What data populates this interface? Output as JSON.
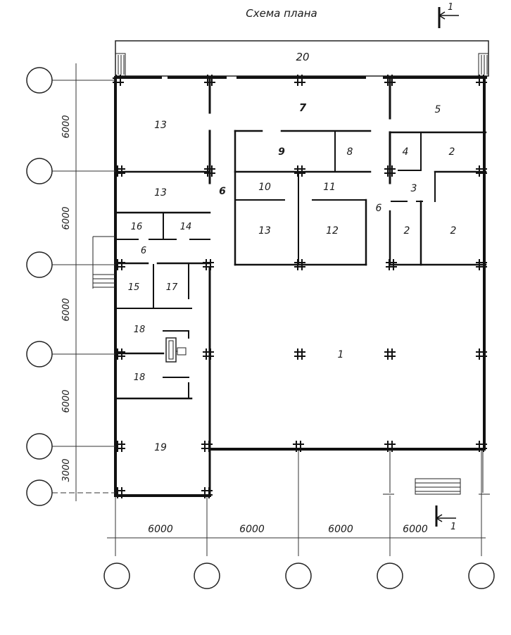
{
  "title": "Схема плана",
  "section_mark": {
    "top": "1",
    "bottom": "1"
  },
  "dimensions": {
    "left": [
      "6000",
      "6000",
      "6000",
      "6000",
      "3000"
    ],
    "bottom": [
      "6000",
      "6000",
      "6000",
      "6000"
    ]
  },
  "rooms": {
    "r1": "1",
    "r2a": "2",
    "r2b": "2",
    "r2c": "2",
    "r3": "3",
    "r4": "4",
    "r5": "5",
    "r6a": "6",
    "r6b": "6",
    "r6c": "6",
    "r7": "7",
    "r8": "8",
    "r9": "9",
    "r10": "10",
    "r11": "11",
    "r12": "12",
    "r13a": "13",
    "r13b": "13",
    "r13c": "13",
    "r14": "14",
    "r15": "15",
    "r16": "16",
    "r17": "17",
    "r18a": "18",
    "r18b": "18",
    "r19": "19",
    "r20": "20"
  },
  "colors": {
    "ink": "#111111",
    "paper": "#ffffff"
  }
}
